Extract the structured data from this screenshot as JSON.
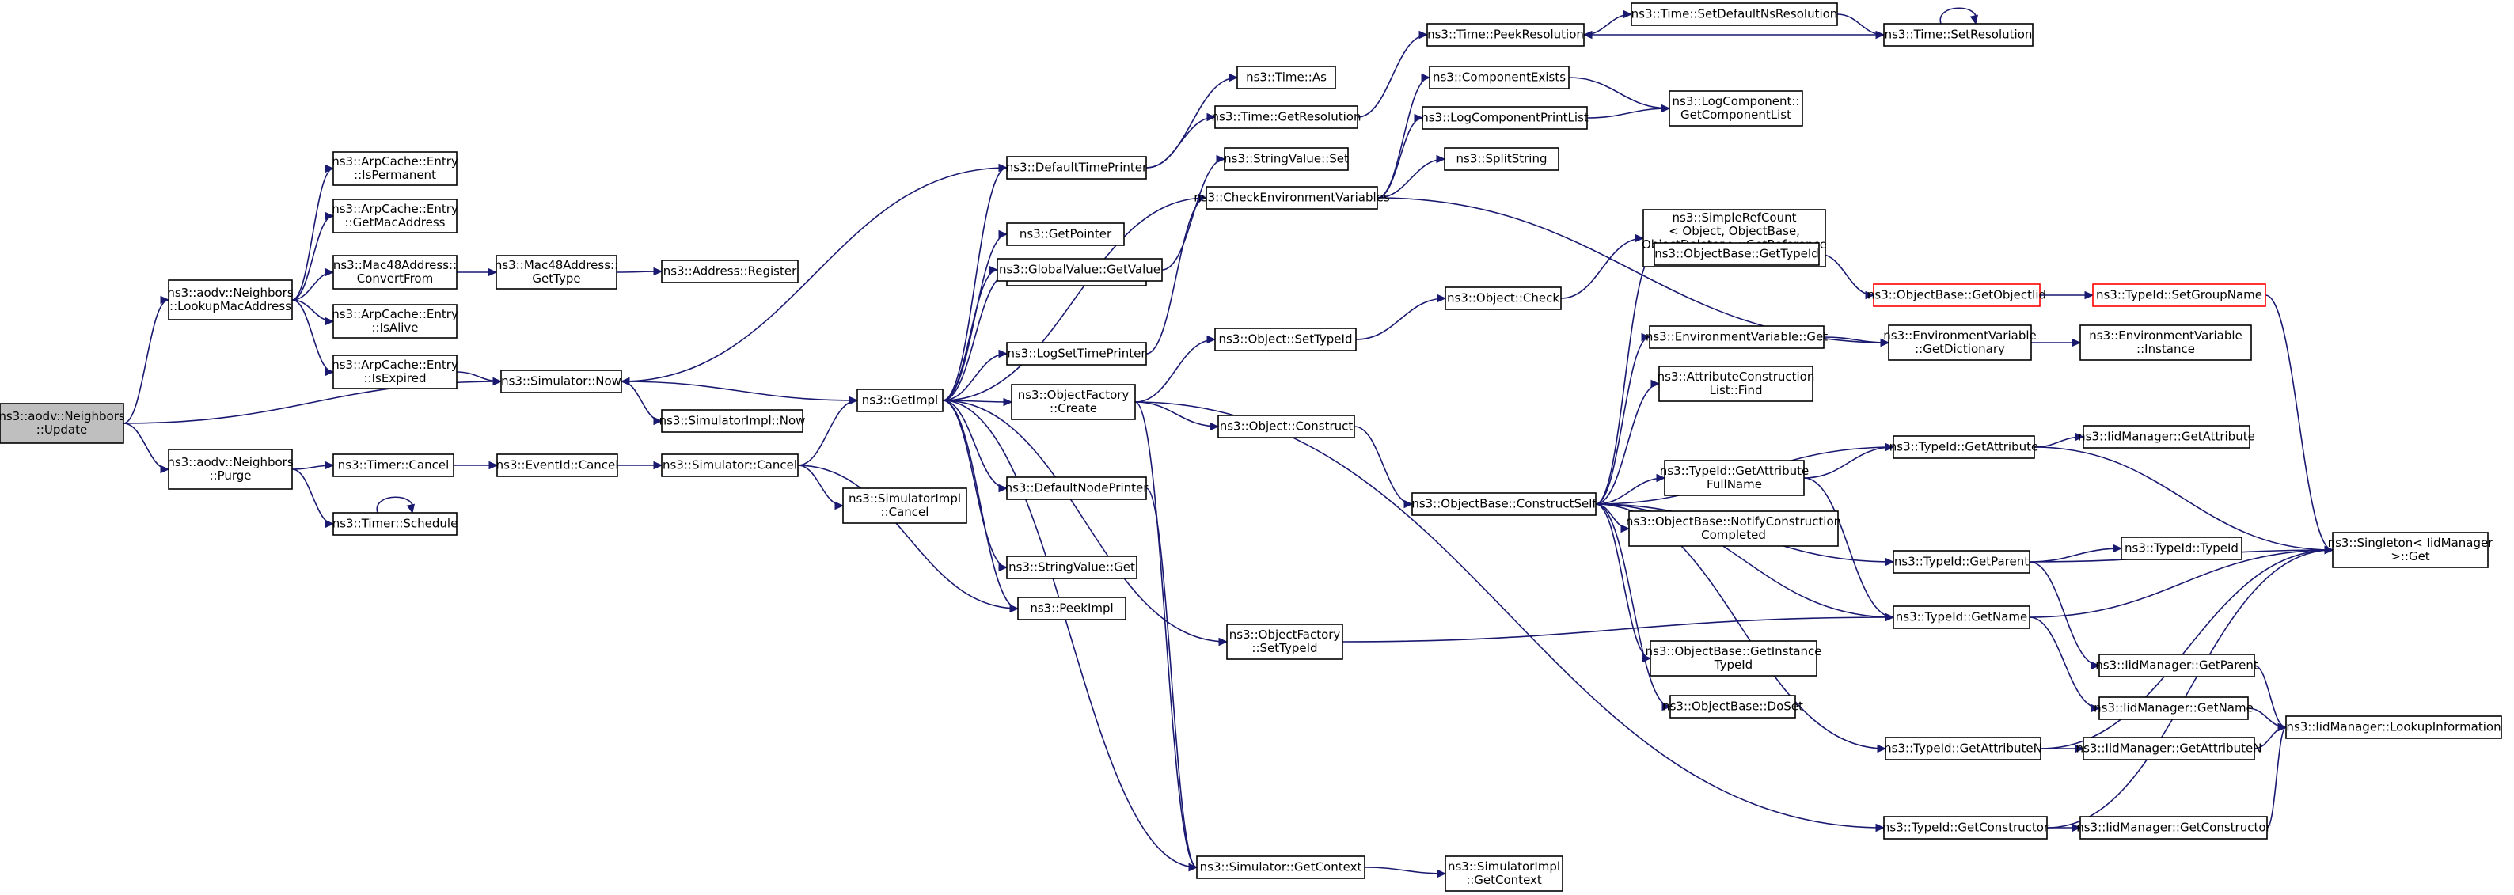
{
  "diagram": {
    "nodes": [
      {
        "id": "update",
        "lines": [
          "ns3::aodv::Neighbors",
          "::Update"
        ],
        "style": "root"
      },
      {
        "id": "lookupmac",
        "lines": [
          "ns3::aodv::Neighbors",
          "::LookupMacAddress"
        ]
      },
      {
        "id": "purge",
        "lines": [
          "ns3::aodv::Neighbors",
          "::Purge"
        ]
      },
      {
        "id": "ispermanent",
        "lines": [
          "ns3::ArpCache::Entry",
          "::IsPermanent"
        ]
      },
      {
        "id": "getmacaddress",
        "lines": [
          "ns3::ArpCache::Entry",
          "::GetMacAddress"
        ]
      },
      {
        "id": "convertfrom",
        "lines": [
          "ns3::Mac48Address::",
          "ConvertFrom"
        ]
      },
      {
        "id": "isalive",
        "lines": [
          "ns3::ArpCache::Entry",
          "::IsAlive"
        ]
      },
      {
        "id": "isexpired",
        "lines": [
          "ns3::ArpCache::Entry",
          "::IsExpired"
        ]
      },
      {
        "id": "mac48gettype",
        "lines": [
          "ns3::Mac48Address::",
          "GetType"
        ]
      },
      {
        "id": "addrregister",
        "lines": [
          "ns3::Address::Register"
        ]
      },
      {
        "id": "simnow",
        "lines": [
          "ns3::Simulator::Now"
        ]
      },
      {
        "id": "timercancel",
        "lines": [
          "ns3::Timer::Cancel"
        ]
      },
      {
        "id": "timerschedule",
        "lines": [
          "ns3::Timer::Schedule"
        ]
      },
      {
        "id": "eventidcancel",
        "lines": [
          "ns3::EventId::Cancel"
        ]
      },
      {
        "id": "simcancel",
        "lines": [
          "ns3::Simulator::Cancel"
        ]
      },
      {
        "id": "simimplnow",
        "lines": [
          "ns3::SimulatorImpl::Now"
        ]
      },
      {
        "id": "simimplcancel",
        "lines": [
          "ns3::SimulatorImpl",
          "::Cancel"
        ]
      },
      {
        "id": "getimpl",
        "lines": [
          "ns3::GetImpl"
        ]
      },
      {
        "id": "deftimeprinter",
        "lines": [
          "ns3::DefaultTimePrinter"
        ]
      },
      {
        "id": "getpointer",
        "lines": [
          "ns3::GetPointer"
        ]
      },
      {
        "id": "logsetnodeprinter",
        "lines": [
          "ns3::LogSetNodePrinter"
        ]
      },
      {
        "id": "gvgetvalue",
        "lines": [
          "ns3::GlobalValue::GetValue"
        ]
      },
      {
        "id": "logsettimeprinter",
        "lines": [
          "ns3::LogSetTimePrinter"
        ]
      },
      {
        "id": "objfactorycreate",
        "lines": [
          "ns3::ObjectFactory",
          "::Create"
        ]
      },
      {
        "id": "defnodeprinter",
        "lines": [
          "ns3::DefaultNodePrinter"
        ]
      },
      {
        "id": "stringvalueget",
        "lines": [
          "ns3::StringValue::Get"
        ]
      },
      {
        "id": "peekimpl",
        "lines": [
          "ns3::PeekImpl"
        ]
      },
      {
        "id": "timeas",
        "lines": [
          "ns3::Time::As"
        ]
      },
      {
        "id": "timegetresolution",
        "lines": [
          "ns3::Time::GetResolution"
        ]
      },
      {
        "id": "stringvalueset",
        "lines": [
          "ns3::StringValue::Set"
        ]
      },
      {
        "id": "checkenv",
        "lines": [
          "ns3::CheckEnvironmentVariables"
        ]
      },
      {
        "id": "objectsettypeid",
        "lines": [
          "ns3::Object::SetTypeId"
        ]
      },
      {
        "id": "objectconstruct",
        "lines": [
          "ns3::Object::Construct"
        ]
      },
      {
        "id": "objfactorysettypeid",
        "lines": [
          "ns3::ObjectFactory",
          "::SetTypeId"
        ]
      },
      {
        "id": "simgetcontext",
        "lines": [
          "ns3::Simulator::GetContext"
        ]
      },
      {
        "id": "simimplgetcontext",
        "lines": [
          "ns3::SimulatorImpl",
          "::GetContext"
        ]
      },
      {
        "id": "peekresolution",
        "lines": [
          "ns3::Time::PeekResolution"
        ]
      },
      {
        "id": "setdefaultns",
        "lines": [
          "ns3::Time::SetDefaultNsResolution"
        ]
      },
      {
        "id": "setresolution",
        "lines": [
          "ns3::Time::SetResolution"
        ]
      },
      {
        "id": "componentexists",
        "lines": [
          "ns3::ComponentExists"
        ]
      },
      {
        "id": "logcompprintlist",
        "lines": [
          "ns3::LogComponentPrintList"
        ]
      },
      {
        "id": "logcompgetlist",
        "lines": [
          "ns3::LogComponent::",
          "GetComponentList"
        ]
      },
      {
        "id": "splitstring",
        "lines": [
          "ns3::SplitString"
        ]
      },
      {
        "id": "simplerefcount",
        "lines": [
          "ns3::SimpleRefCount",
          "< Object, ObjectBase,",
          "ObjectDeleter >::GetReference",
          "Count"
        ]
      },
      {
        "id": "objectcheck",
        "lines": [
          "ns3::Object::Check"
        ]
      },
      {
        "id": "obgettypeid",
        "lines": [
          "ns3::ObjectBase::GetTypeId"
        ]
      },
      {
        "id": "envget",
        "lines": [
          "ns3::EnvironmentVariable::Get"
        ]
      },
      {
        "id": "attrconstfind",
        "lines": [
          "ns3::AttributeConstruction",
          "List::Find"
        ]
      },
      {
        "id": "constructself",
        "lines": [
          "ns3::ObjectBase::ConstructSelf"
        ]
      },
      {
        "id": "getattrfullname",
        "lines": [
          "ns3::TypeId::GetAttribute",
          "FullName"
        ]
      },
      {
        "id": "notifyconstruction",
        "lines": [
          "ns3::ObjectBase::NotifyConstruction",
          "Completed"
        ]
      },
      {
        "id": "getinstancetypeid",
        "lines": [
          "ns3::ObjectBase::GetInstance",
          "TypeId"
        ]
      },
      {
        "id": "doset",
        "lines": [
          "ns3::ObjectBase::DoSet"
        ]
      },
      {
        "id": "getobjectiid",
        "lines": [
          "ns3::ObjectBase::GetObjectIid"
        ],
        "style": "trunc"
      },
      {
        "id": "setgroupname",
        "lines": [
          "ns3::TypeId::SetGroupName"
        ],
        "style": "trunc"
      },
      {
        "id": "envgetdict",
        "lines": [
          "ns3::EnvironmentVariable",
          "::GetDictionary"
        ]
      },
      {
        "id": "envinstance",
        "lines": [
          "ns3::EnvironmentVariable",
          "::Instance"
        ]
      },
      {
        "id": "tidgetattribute",
        "lines": [
          "ns3::TypeId::GetAttribute"
        ]
      },
      {
        "id": "iidgetattribute",
        "lines": [
          "ns3::IidManager::GetAttribute"
        ]
      },
      {
        "id": "tidgetparent",
        "lines": [
          "ns3::TypeId::GetParent"
        ]
      },
      {
        "id": "tidtypeid",
        "lines": [
          "ns3::TypeId::TypeId"
        ]
      },
      {
        "id": "tidgetname",
        "lines": [
          "ns3::TypeId::GetName"
        ]
      },
      {
        "id": "iidgetparent",
        "lines": [
          "ns3::IidManager::GetParent"
        ]
      },
      {
        "id": "iidgetname",
        "lines": [
          "ns3::IidManager::GetName"
        ]
      },
      {
        "id": "tidgetattributen",
        "lines": [
          "ns3::TypeId::GetAttributeN"
        ]
      },
      {
        "id": "iidgetattributen",
        "lines": [
          "ns3::IidManager::GetAttributeN"
        ]
      },
      {
        "id": "tidgetconstructor",
        "lines": [
          "ns3::TypeId::GetConstructor"
        ]
      },
      {
        "id": "iidgetconstructor",
        "lines": [
          "ns3::IidManager::GetConstructor"
        ]
      },
      {
        "id": "singletonget",
        "lines": [
          "ns3::Singleton< IidManager",
          ">::Get"
        ]
      },
      {
        "id": "lookupinfo",
        "lines": [
          "ns3::IidManager::LookupInformation"
        ]
      }
    ],
    "edges": [
      [
        "update",
        "lookupmac"
      ],
      [
        "update",
        "simnow"
      ],
      [
        "update",
        "purge"
      ],
      [
        "lookupmac",
        "ispermanent"
      ],
      [
        "lookupmac",
        "getmacaddress"
      ],
      [
        "lookupmac",
        "convertfrom"
      ],
      [
        "lookupmac",
        "isalive"
      ],
      [
        "lookupmac",
        "isexpired"
      ],
      [
        "convertfrom",
        "mac48gettype"
      ],
      [
        "mac48gettype",
        "addrregister"
      ],
      [
        "isexpired",
        "simnow"
      ],
      [
        "purge",
        "timercancel"
      ],
      [
        "purge",
        "timerschedule"
      ],
      [
        "timerschedule",
        "timerschedule"
      ],
      [
        "timercancel",
        "eventidcancel"
      ],
      [
        "eventidcancel",
        "simcancel"
      ],
      [
        "simnow",
        "getimpl"
      ],
      [
        "simnow",
        "simimplnow"
      ],
      [
        "simcancel",
        "getimpl"
      ],
      [
        "simcancel",
        "simimplcancel"
      ],
      [
        "simcancel",
        "peekimpl"
      ],
      [
        "getimpl",
        "deftimeprinter"
      ],
      [
        "getimpl",
        "getpointer"
      ],
      [
        "getimpl",
        "logsetnodeprinter"
      ],
      [
        "getimpl",
        "gvgetvalue"
      ],
      [
        "getimpl",
        "logsettimeprinter"
      ],
      [
        "getimpl",
        "objfactorycreate"
      ],
      [
        "getimpl",
        "defnodeprinter"
      ],
      [
        "getimpl",
        "stringvalueget"
      ],
      [
        "getimpl",
        "peekimpl"
      ],
      [
        "getimpl",
        "checkenv"
      ],
      [
        "getimpl",
        "objfactorysettypeid"
      ],
      [
        "getimpl",
        "simgetcontext"
      ],
      [
        "deftimeprinter",
        "simnow"
      ],
      [
        "deftimeprinter",
        "timeas"
      ],
      [
        "deftimeprinter",
        "timegetresolution"
      ],
      [
        "gvgetvalue",
        "stringvalueset"
      ],
      [
        "logsettimeprinter",
        "checkenv"
      ],
      [
        "objfactorycreate",
        "objectsettypeid"
      ],
      [
        "objfactorycreate",
        "objectconstruct"
      ],
      [
        "objfactorycreate",
        "simgetcontext"
      ],
      [
        "objfactorycreate",
        "tidgetconstructor"
      ],
      [
        "defnodeprinter",
        "simgetcontext"
      ],
      [
        "timegetresolution",
        "peekresolution"
      ],
      [
        "peekresolution",
        "setdefaultns"
      ],
      [
        "setdefaultns",
        "setresolution"
      ],
      [
        "setresolution",
        "setresolution"
      ],
      [
        "setresolution",
        "peekresolution"
      ],
      [
        "checkenv",
        "componentexists"
      ],
      [
        "checkenv",
        "logcompprintlist"
      ],
      [
        "checkenv",
        "splitstring"
      ],
      [
        "checkenv",
        "envgetdict"
      ],
      [
        "componentexists",
        "logcompgetlist"
      ],
      [
        "logcompprintlist",
        "logcompgetlist"
      ],
      [
        "objectsettypeid",
        "objectcheck"
      ],
      [
        "objectcheck",
        "simplerefcount"
      ],
      [
        "objectconstruct",
        "constructself"
      ],
      [
        "objfactorysettypeid",
        "tidgetname"
      ],
      [
        "simgetcontext",
        "simimplgetcontext"
      ],
      [
        "constructself",
        "obgettypeid"
      ],
      [
        "constructself",
        "envget"
      ],
      [
        "constructself",
        "attrconstfind"
      ],
      [
        "constructself",
        "getattrfullname"
      ],
      [
        "constructself",
        "notifyconstruction"
      ],
      [
        "constructself",
        "getinstancetypeid"
      ],
      [
        "constructself",
        "doset"
      ],
      [
        "constructself",
        "tidgetattribute"
      ],
      [
        "constructself",
        "tidgetparent"
      ],
      [
        "constructself",
        "tidgetname"
      ],
      [
        "constructself",
        "tidgetattributen"
      ],
      [
        "obgettypeid",
        "getobjectiid"
      ],
      [
        "getobjectiid",
        "setgroupname"
      ],
      [
        "setgroupname",
        "singletonget"
      ],
      [
        "envget",
        "envgetdict"
      ],
      [
        "envgetdict",
        "envinstance"
      ],
      [
        "getattrfullname",
        "tidgetattribute"
      ],
      [
        "getattrfullname",
        "tidgetname"
      ],
      [
        "tidgetattribute",
        "iidgetattribute"
      ],
      [
        "tidgetattribute",
        "singletonget"
      ],
      [
        "tidgetparent",
        "tidtypeid"
      ],
      [
        "tidgetparent",
        "singletonget"
      ],
      [
        "tidgetparent",
        "iidgetparent"
      ],
      [
        "tidgetname",
        "singletonget"
      ],
      [
        "tidgetname",
        "iidgetname"
      ],
      [
        "iidgetparent",
        "lookupinfo"
      ],
      [
        "iidgetname",
        "lookupinfo"
      ],
      [
        "tidgetattributen",
        "iidgetattributen"
      ],
      [
        "tidgetattributen",
        "singletonget"
      ],
      [
        "iidgetattributen",
        "lookupinfo"
      ],
      [
        "tidgetconstructor",
        "iidgetconstructor"
      ],
      [
        "tidgetconstructor",
        "singletonget"
      ],
      [
        "iidgetconstructor",
        "lookupinfo"
      ]
    ]
  }
}
